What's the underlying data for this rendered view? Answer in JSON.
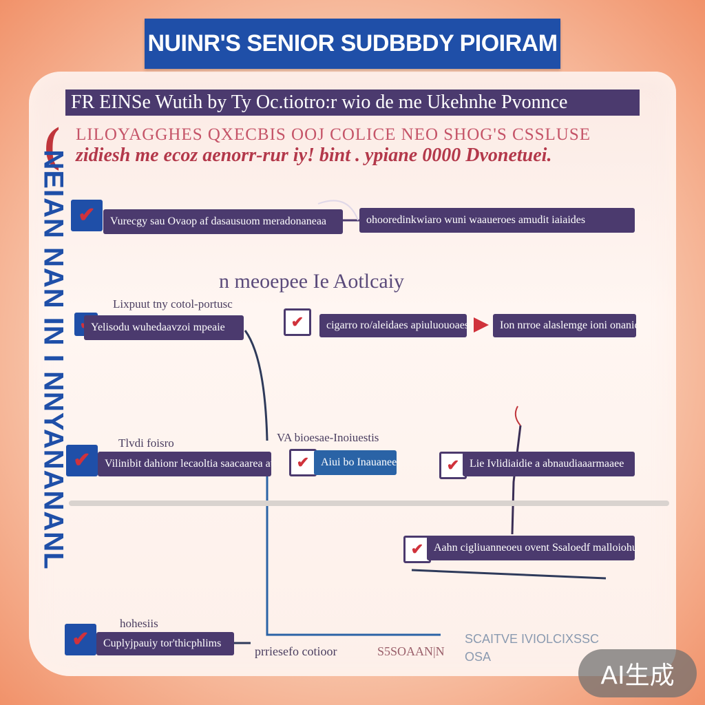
{
  "title": "NUINR'S SENIOR SUDBBDY PIOIRAM",
  "subtitle": "FR EINSe Wutih by Ty Oc.tiotro:r wio de me Ukehnhe Pvonnce",
  "headline": {
    "line1": "LILOYAGGHES  QXECBIS  OOJ  COLICE  NEO  SHOG'S  CSSLUSE",
    "line2": "zidiesh  me  ecoz aenorr-rur  iy!  bint .  ypiane  0000  Dvonetuei."
  },
  "side_text": "NEIAN NAN IN I NNYANANANL",
  "mid_heading": "n meoepee  Ie Aotlcaiy",
  "divider_color": "#d9d3cf",
  "colors": {
    "title_bg": "#1f4fa8",
    "bar": "#4b3a6e",
    "bar_blue": "#2a63a6",
    "accent_red": "#d0323b"
  },
  "nodes": {
    "row1_left": {
      "text": "Vurecgy sau Ovaop af dasausuom meradonaneaa",
      "icon": "check-icon"
    },
    "row1_right": {
      "text": "ohooredinkwiaro wuni waaueroes amudit iaiaides"
    },
    "row2_label": "Lixpuut tny cotol-portusc",
    "row2_left": {
      "text": "Yelisodu wuhedaavzoi mpeaie",
      "icon": "check-icon"
    },
    "row2_mid": {
      "text": "cigarro ro/aleidaes apiuluouoaess",
      "icon": "check-icon"
    },
    "row2_right": {
      "text": "Ion nrroe alaslemge ioni onanidues"
    },
    "row3_label": "Tlvdi foisro",
    "row3_left": {
      "text": "Vilinibit dahionr  lecaoltia saacaarea aunn",
      "icon": "check-icon"
    },
    "row3_mid_label": "VA bioesae-Inoiuestis",
    "row3_mid": {
      "text": "Aiui bo Inauanees",
      "icon": "check-icon"
    },
    "row3_right": {
      "text": "Lie Ivlidiaidie  a abnaudiaaarmaaee",
      "icon": "check-icon"
    },
    "row4_right": {
      "text": "Aahn cigliuanneoeu ovent Ssaloedf malloiohus",
      "icon": "check-icon"
    },
    "row5_label": "hohesiis",
    "row5_left": {
      "text": "Cuplyjpauiy  tor'thicphlims",
      "icon": "check-icon"
    },
    "footer_label": "prriesefo cotioor",
    "footer_red": "S5SOAAN|N",
    "footer_gray": {
      "line1": "SCAITVE IVIOLCIXSSC",
      "line2": "OSA"
    }
  },
  "badge": "AI生成"
}
